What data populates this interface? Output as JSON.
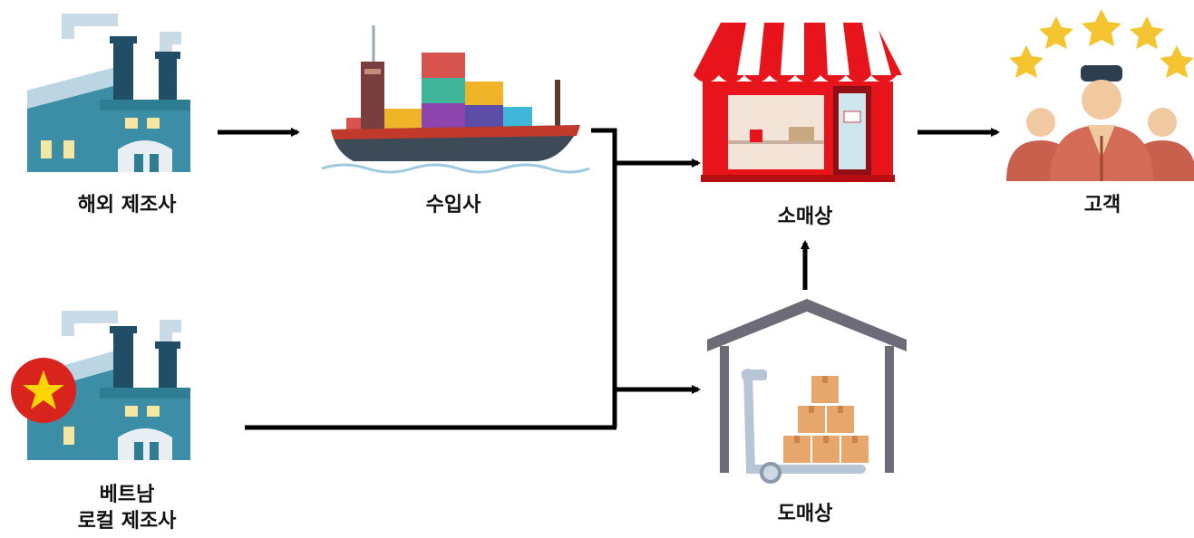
{
  "nodes": {
    "foreign_manufacturer": {
      "label": "해외 제조사",
      "icon": "factory-icon"
    },
    "importer": {
      "label": "수입사",
      "icon": "cargo-ship-icon"
    },
    "retailer": {
      "label": "소매상",
      "icon": "storefront-icon"
    },
    "customer": {
      "label": "고객",
      "icon": "customer-rating-icon"
    },
    "vietnam_manufacturer": {
      "label_line1": "베트남",
      "label_line2": "로컬 제조사",
      "icon": "factory-vietnam-flag-icon"
    },
    "wholesaler": {
      "label": "도매상",
      "icon": "warehouse-icon"
    }
  },
  "edges": [
    {
      "from": "해외 제조사",
      "to": "수입사"
    },
    {
      "from": "수입사",
      "to": "소매상"
    },
    {
      "from": "수입사",
      "to": "도매상"
    },
    {
      "from": "베트남 로컬 제조사",
      "to": "도매상"
    },
    {
      "from": "도매상",
      "to": "소매상"
    },
    {
      "from": "소매상",
      "to": "고객"
    }
  ],
  "colors": {
    "factory_body": "#3b8ea5",
    "factory_dark": "#1f5f73",
    "store_red": "#e8141c",
    "flag_red": "#d9231d",
    "flag_star": "#ffd400",
    "warehouse_roof": "#6f6a77",
    "box": "#e7a76c",
    "star": "#f4c531"
  }
}
